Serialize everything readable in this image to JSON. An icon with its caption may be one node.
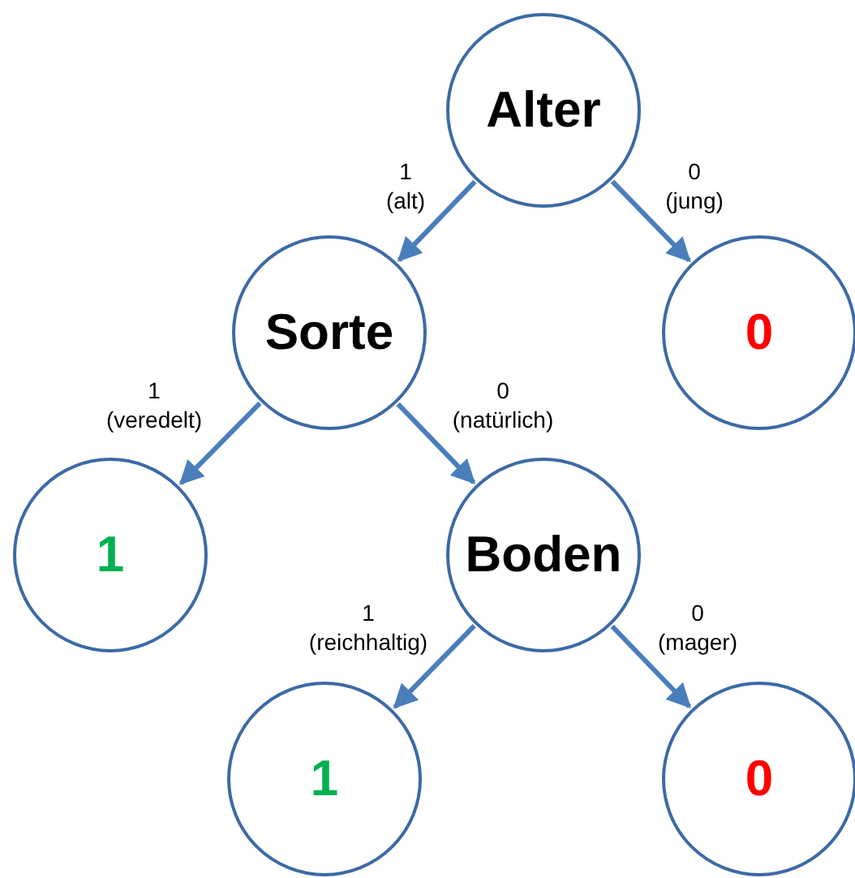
{
  "diagram": {
    "nodes": [
      {
        "text": [
          "Alter"
        ]
      },
      {
        "text": [
          "Sorte"
        ]
      },
      {
        "text": [
          "0"
        ]
      },
      {
        "text": [
          "1"
        ]
      },
      {
        "text": [
          "Boden"
        ]
      },
      {
        "text": [
          "1"
        ]
      },
      {
        "text": [
          "0"
        ]
      }
    ],
    "edges": [
      {
        "from": 0,
        "to": 1,
        "arrow": "to",
        "label": "1 (alt)"
      },
      {
        "from": 0,
        "to": 2,
        "arrow": "to",
        "label": "0 (jung)"
      },
      {
        "from": 1,
        "to": 3,
        "arrow": "to",
        "label": "1 (veredelt)"
      },
      {
        "from": 1,
        "to": 4,
        "arrow": "to",
        "label": "0 (natürlich)"
      },
      {
        "from": 4,
        "to": 5,
        "arrow": "to",
        "label": "1 (reichhaltig)"
      },
      {
        "from": 4,
        "to": 6,
        "arrow": "to",
        "label": "0 (mager)"
      }
    ]
  }
}
